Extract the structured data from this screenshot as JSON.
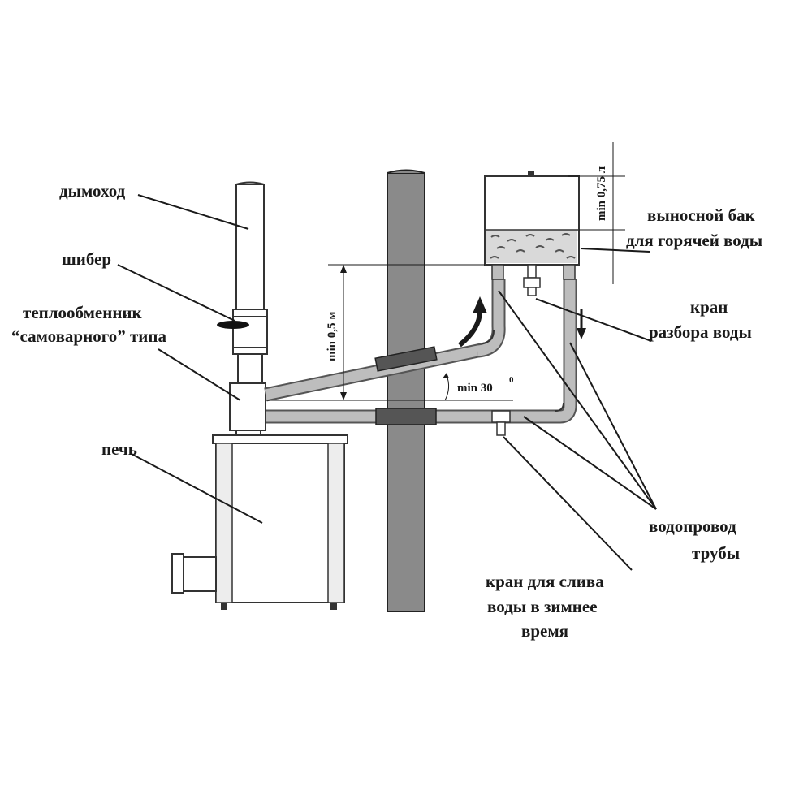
{
  "labels": {
    "chimney": "дымоход",
    "damper": "шибер",
    "heat_exchanger_line1": "теплообменник",
    "heat_exchanger_line2": "“самоварного” типа",
    "stove": "печь",
    "remote_tank_line1": "выносной бак",
    "remote_tank_line2": "для горячей воды",
    "water_tap_line1": "кран",
    "water_tap_line2": "разбора воды",
    "water_pipes_line1": "водопровод",
    "water_pipes_line2": "трубы",
    "drain_tap_line1": "кран для слива",
    "drain_tap_line2": "воды в зимнее",
    "drain_tap_line3": "время"
  },
  "dimensions": {
    "tank_volume": "min 0,75 л",
    "height_min": "min 0,5 м",
    "angle_min": "min 30",
    "angle_unit": "0"
  },
  "colors": {
    "wall": "#888888",
    "pipe": "#b8b8b8",
    "line": "#1a1a1a",
    "water": "#d9d9d9"
  }
}
